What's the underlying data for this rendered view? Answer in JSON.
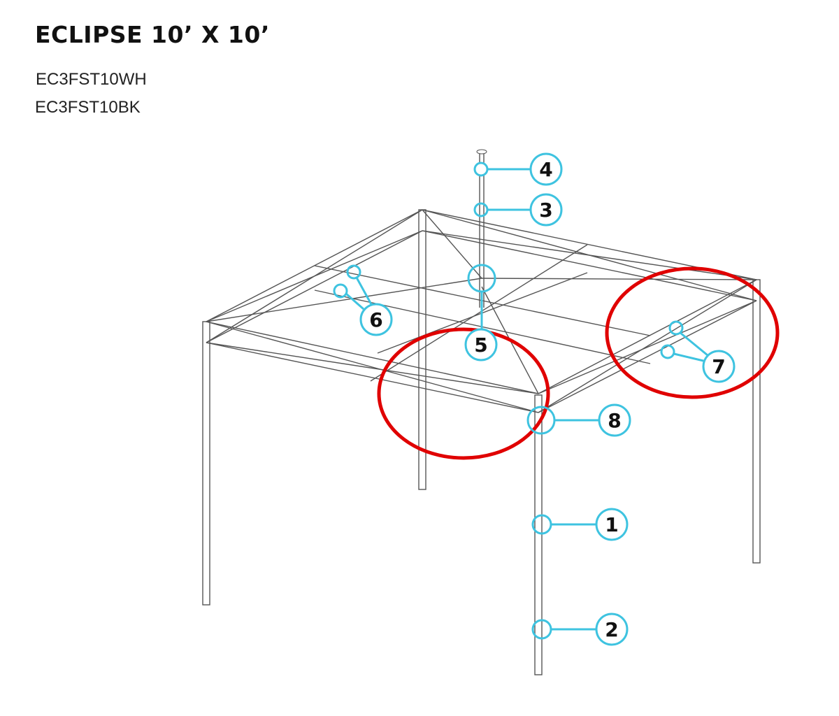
{
  "header": {
    "title": "ECLIPSE 10’ X 10’",
    "skus": [
      "EC3FST10WH",
      "EC3FST10BK"
    ]
  },
  "diagram": {
    "callouts": [
      "1",
      "2",
      "3",
      "4",
      "5",
      "6",
      "7",
      "8"
    ],
    "callout_color": "#3ec3e0",
    "highlight_color": "#e00000"
  }
}
